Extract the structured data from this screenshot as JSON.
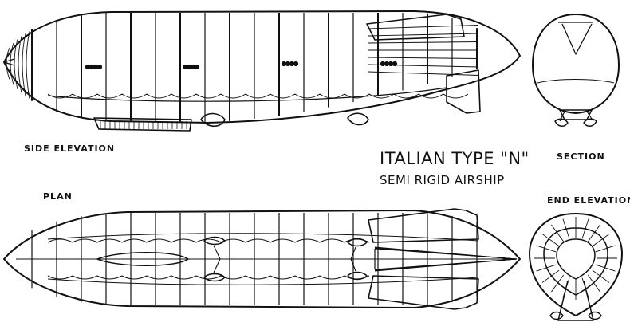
{
  "labels": {
    "side_elevation": "SIDE ELEVATION",
    "plan": "PLAN",
    "section": "SECTION",
    "end_elevation": "END ELEVATION",
    "title": "ITALIAN TYPE \"N\"",
    "subtitle": "SEMI RIGID AIRSHIP"
  },
  "drawing": {
    "ink": "#111111",
    "paper": "#ffffff"
  }
}
